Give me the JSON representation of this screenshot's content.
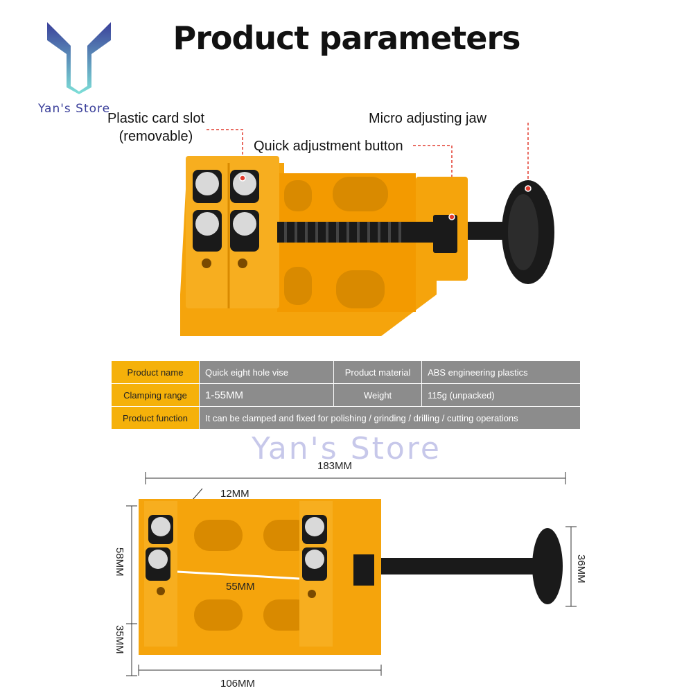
{
  "brand": {
    "name": "Yan's Store"
  },
  "title": "Product parameters",
  "callouts": {
    "card_slot_line1": "Plastic card slot",
    "card_slot_line2": "(removable)",
    "quick_button": "Quick adjustment button",
    "micro_jaw": "Micro adjusting jaw"
  },
  "specs": {
    "row1": {
      "label_a": "Product name",
      "value_a": "Quick eight hole vise",
      "label_b": "Product material",
      "value_b": "ABS engineering plastics"
    },
    "row2": {
      "label_a": "Clamping range",
      "value_a": "1-55MM",
      "label_b": "Weight",
      "value_b": "115g (unpacked)"
    },
    "row3": {
      "label_a": "Product function",
      "value_a": "It can be clamped and fixed for polishing / grinding / drilling / cutting operations"
    }
  },
  "watermark": "Yan's Store",
  "dimensions": {
    "total_length": "183MM",
    "screw_head": "12MM",
    "clamp_gap": "55MM",
    "height": "58MM",
    "base_height": "35MM",
    "knob": "36MM",
    "body_length": "106MM"
  },
  "colors": {
    "body_orange": "#f5a40c",
    "label_orange": "#f5b10a",
    "value_gray": "#8c8c8c",
    "accent_red": "#e23b2e",
    "logo_blue": "#3a3f9a",
    "logo_teal": "#7ee0d8"
  },
  "icons": [
    "logo-icon"
  ]
}
